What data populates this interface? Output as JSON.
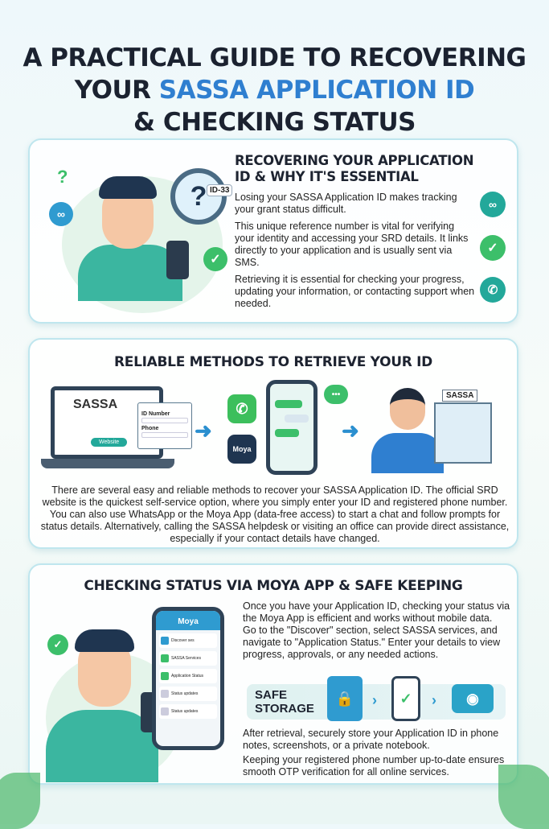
{
  "title": {
    "line1": "A PRACTICAL GUIDE TO RECOVERING",
    "line2_prefix": "YOUR ",
    "line2_highlight": "SASSA APPLICATION ID",
    "line3": "& CHECKING STATUS"
  },
  "section1": {
    "heading": "RECOVERING YOUR APPLICATION ID & WHY IT'S ESSENTIAL",
    "badge": "ID-33",
    "paragraphs": [
      "Losing your SASSA Application ID makes tracking your grant status difficult.",
      "This unique reference number is vital for verifying your identity and accessing your SRD details. It links directly to your application and is usually sent via SMS.",
      "Retrieving it is essential for checking your progress, updating your information, or contacting support when needed."
    ]
  },
  "section2": {
    "heading": "RELIABLE METHODS TO RETRIEVE YOUR ID",
    "laptop_logo": "SASSA",
    "laptop_button": "Website",
    "form_id_label": "ID Number",
    "form_phone_label": "Phone",
    "moya_label": "Moya",
    "office_sign": "SASSA",
    "body": "There are several easy and reliable methods to recover your SASSA Application ID. The official SRD website is the quickest self-service option, where you simply enter your ID and registered phone number. You can also use WhatsApp or the Moya App (data-free access) to start a chat and follow prompts for status details. Alternatively, calling the SASSA helpdesk or visiting an office can provide direct assistance, especially if your contact details have changed."
  },
  "section3": {
    "heading": "CHECKING STATUS VIA MOYA APP & SAFE KEEPING",
    "phone_title": "Moya",
    "phone_items": [
      "Discover ses",
      "SASSA Services",
      "Application Status",
      "Status updates",
      "Status updates"
    ],
    "intro": "Once you have your Application ID, checking your status via the Moya App is efficient and works without mobile data.",
    "steps": "Go to the \"Discover\" section, select SASSA services, and navigate to \"Application Status.\" Enter your details to view progress, approvals, or any needed actions.",
    "safe_storage_label": [
      "SAFE",
      "STORAGE"
    ],
    "after1": "After retrieval, securely store your Application ID in phone notes, screenshots, or a private notebook.",
    "after2": "Keeping your registered phone number up-to-date ensures smooth OTP verification for all online services."
  },
  "colors": {
    "accent_blue": "#2f7fd0",
    "teal": "#23a89a",
    "green": "#3cbf6a",
    "card_border": "#bfe6ee"
  }
}
